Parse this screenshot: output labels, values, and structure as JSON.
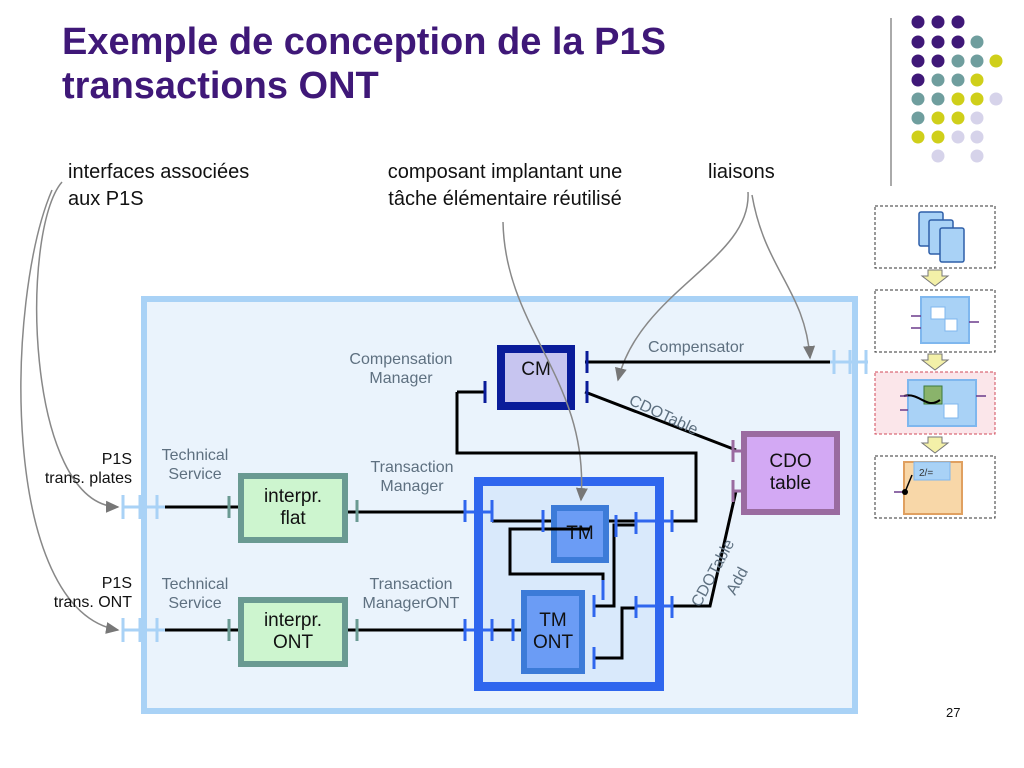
{
  "slide": {
    "title_line1": "Exemple de conception de la P1S",
    "title_line2": "transactions ONT",
    "page_number": "27"
  },
  "annotations": {
    "interfaces_line1": "interfaces associées",
    "interfaces_line2": "aux P1S",
    "component_line1": "composant implantant une",
    "component_line2": "tâche élémentaire réutilisé",
    "links": "liaisons"
  },
  "diagram": {
    "p1s_plates_line1": "P1S",
    "p1s_plates_line2": "trans. plates",
    "p1s_ont_line1": "P1S",
    "p1s_ont_line2": "trans. ONT",
    "tech_service_1_line1": "Technical",
    "tech_service_1_line2": "Service",
    "tech_service_2_line1": "Technical",
    "tech_service_2_line2": "Service",
    "interp_flat_line1": "interpr.",
    "interp_flat_line2": "flat",
    "interp_ont_line1": "interpr.",
    "interp_ont_line2": "ONT",
    "tm_label_line1": "Transaction",
    "tm_label_line2": "Manager",
    "tmont_label_line1": "Transaction",
    "tmont_label_line2": "ManagerONT",
    "comp_mgr_line1": "Compensation",
    "comp_mgr_line2": "Manager",
    "cm": "CM",
    "tm": "TM",
    "tm_ont_line1": "TM",
    "tm_ont_line2": "ONT",
    "cdo_line1": "CDO",
    "cdo_line2": "table",
    "compensator": "Compensator",
    "cdotable": "CDOTable",
    "cdotable_add_line1": "CDOTable",
    "cdotable_add_line2": "Add"
  },
  "colors": {
    "title": "#3f1878",
    "outer_border": "#a9d2f6",
    "outer_fill": "#eaf3fc",
    "inner_border": "#2f66ee",
    "inner_fill": "#d9e9fb",
    "cm_border": "#0a1c9a",
    "cm_fill": "#c7c5f0",
    "tm_border": "#3c7bd8",
    "interp_border": "#6a9a92",
    "interp_fill": "#cdf5cf",
    "cdo_border": "#9a6ba0",
    "cdo_fill": "#d3a9f4",
    "dots_purple": "#3f1878",
    "dots_teal": "#6f9e9e",
    "dots_yellow": "#cfcf1a",
    "dots_lavender": "#d6d3ea"
  }
}
